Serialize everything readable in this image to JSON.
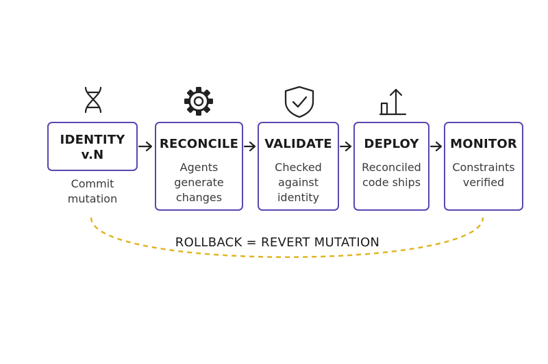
{
  "steps": [
    {
      "id": "identity",
      "title": "IDENTITY\nv.N",
      "description": "",
      "icon": "dna-icon"
    },
    {
      "id": "reconcile",
      "title": "RECONCILE",
      "description": "Agents\ngenerate\nchanges",
      "icon": "gear-icon"
    },
    {
      "id": "validate",
      "title": "VALIDATE",
      "description": "Checked\nagainst\nidentity",
      "icon": "shield-check-icon"
    },
    {
      "id": "deploy",
      "title": "DEPLOY",
      "description": "Reconciled\ncode ships",
      "icon": "upload-chart-icon"
    },
    {
      "id": "monitor",
      "title": "MONITOR",
      "description": "Constraints\nverified",
      "icon": ""
    }
  ],
  "identity_note": "Commit\nmutation",
  "rollback_label": "ROLLBACK = REVERT MUTATION",
  "colors": {
    "box_border": "#5b45b0",
    "rollback_line": "#e0b520",
    "arrow": "#222222",
    "icon": "#222222"
  }
}
